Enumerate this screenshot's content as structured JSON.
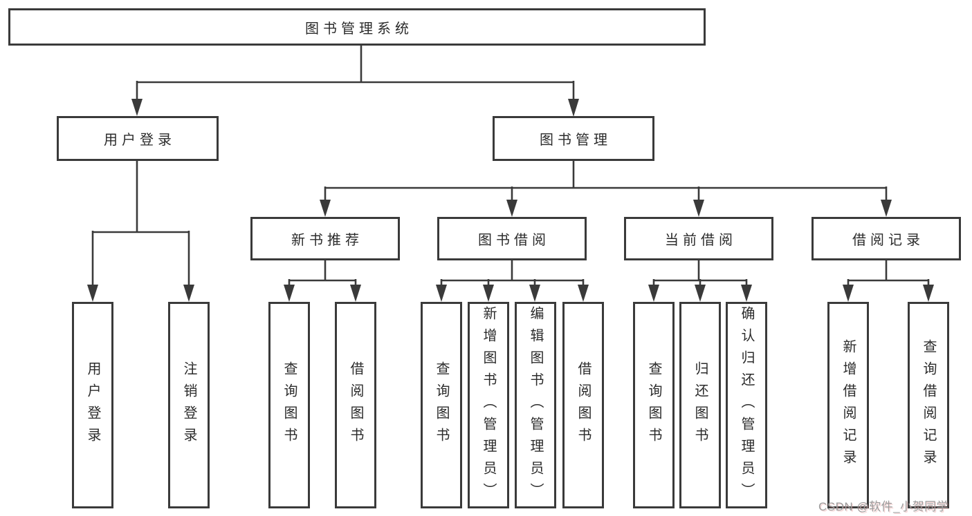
{
  "diagram": {
    "root": {
      "label": "图书管理系统"
    },
    "level2": [
      {
        "label": "用户登录"
      },
      {
        "label": "图书管理"
      }
    ],
    "level3": [
      {
        "label": "新书推荐"
      },
      {
        "label": "图书借阅"
      },
      {
        "label": "当前借阅"
      },
      {
        "label": "借阅记录"
      }
    ],
    "leaves": {
      "user_login": [
        {
          "label": "用户登录"
        },
        {
          "label": "注销登录"
        }
      ],
      "new_book": [
        {
          "label": "查询图书"
        },
        {
          "label": "借阅图书"
        }
      ],
      "book_borrow": [
        {
          "label": "查询图书"
        },
        {
          "label": "新增图书（管理员）"
        },
        {
          "label": "编辑图书（管理员）"
        },
        {
          "label": "借阅图书"
        }
      ],
      "current_borrow": [
        {
          "label": "查询图书"
        },
        {
          "label": "归还图书"
        },
        {
          "label": "确认归还（管理员）"
        }
      ],
      "borrow_record": [
        {
          "label": "新增借阅记录"
        },
        {
          "label": "查询借阅记录"
        }
      ]
    },
    "colors": {
      "line": "#3a3a3a",
      "text": "#2b2b2b",
      "box_background": "#ffffff"
    },
    "watermark": {
      "text": "CSDN @软件_小贺同学",
      "color": "#9c9c9c"
    }
  }
}
